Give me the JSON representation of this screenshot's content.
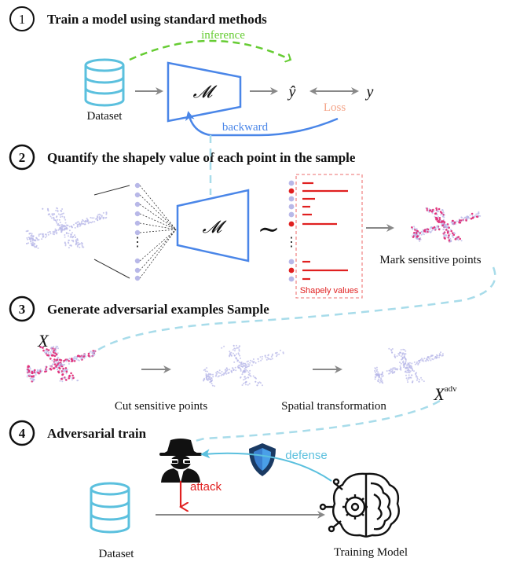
{
  "steps": [
    {
      "number": "1",
      "title": "Train a model using standard methods"
    },
    {
      "number": "2",
      "title": "Quantify the shapely value of each point in the sample"
    },
    {
      "number": "3",
      "title": "Generate adversarial examples Sample"
    },
    {
      "number": "4",
      "title": "Adversarial train"
    }
  ],
  "step1": {
    "dataset_label": "Dataset",
    "model_symbol": "𝓜",
    "inference_label": "inference",
    "prediction_symbol": "ŷ",
    "target_symbol": "y",
    "loss_label": "Loss",
    "backward_label": "backward"
  },
  "step2": {
    "model_symbol": "𝓜",
    "tilde_symbol": "∼",
    "shapely_box_label": "Shapely values",
    "mark_label": "Mark sensitive points",
    "ellipsis": "⋮"
  },
  "step3": {
    "x_symbol": "X",
    "xadv_base": "X",
    "xadv_sup": "adv",
    "cut_label": "Cut sensitive points",
    "spatial_label": "Spatial transformation"
  },
  "step4": {
    "attack_label": "attack",
    "defense_label": "defense",
    "dataset_label": "Dataset",
    "training_label": "Training Model"
  },
  "colors": {
    "blue": "#4a86e8",
    "light_blue": "#5bc0de",
    "dash_blue": "#a8dcea",
    "green": "#66cc33",
    "loss": "#f4a58a",
    "red": "#e02020",
    "gray": "#888888",
    "dot_lilac": "#b8b8e8"
  }
}
